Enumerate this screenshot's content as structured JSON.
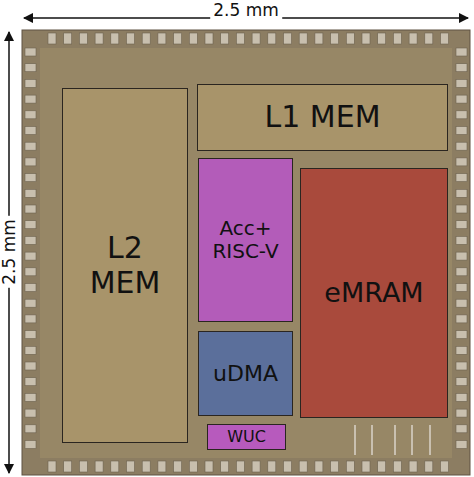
{
  "diagram": {
    "nodes": [
      {
        "text": [
          "L1 MEM"
        ]
      },
      {
        "text": [
          "L2 MEM"
        ]
      },
      {
        "text": [
          "Acc+ RISC-V"
        ]
      },
      {
        "text": [
          "eMRAM"
        ]
      },
      {
        "text": [
          "uDMA"
        ]
      },
      {
        "text": [
          "WUC"
        ]
      }
    ],
    "labels": [
      "2.5 mm",
      "2.5 mm"
    ]
  }
}
